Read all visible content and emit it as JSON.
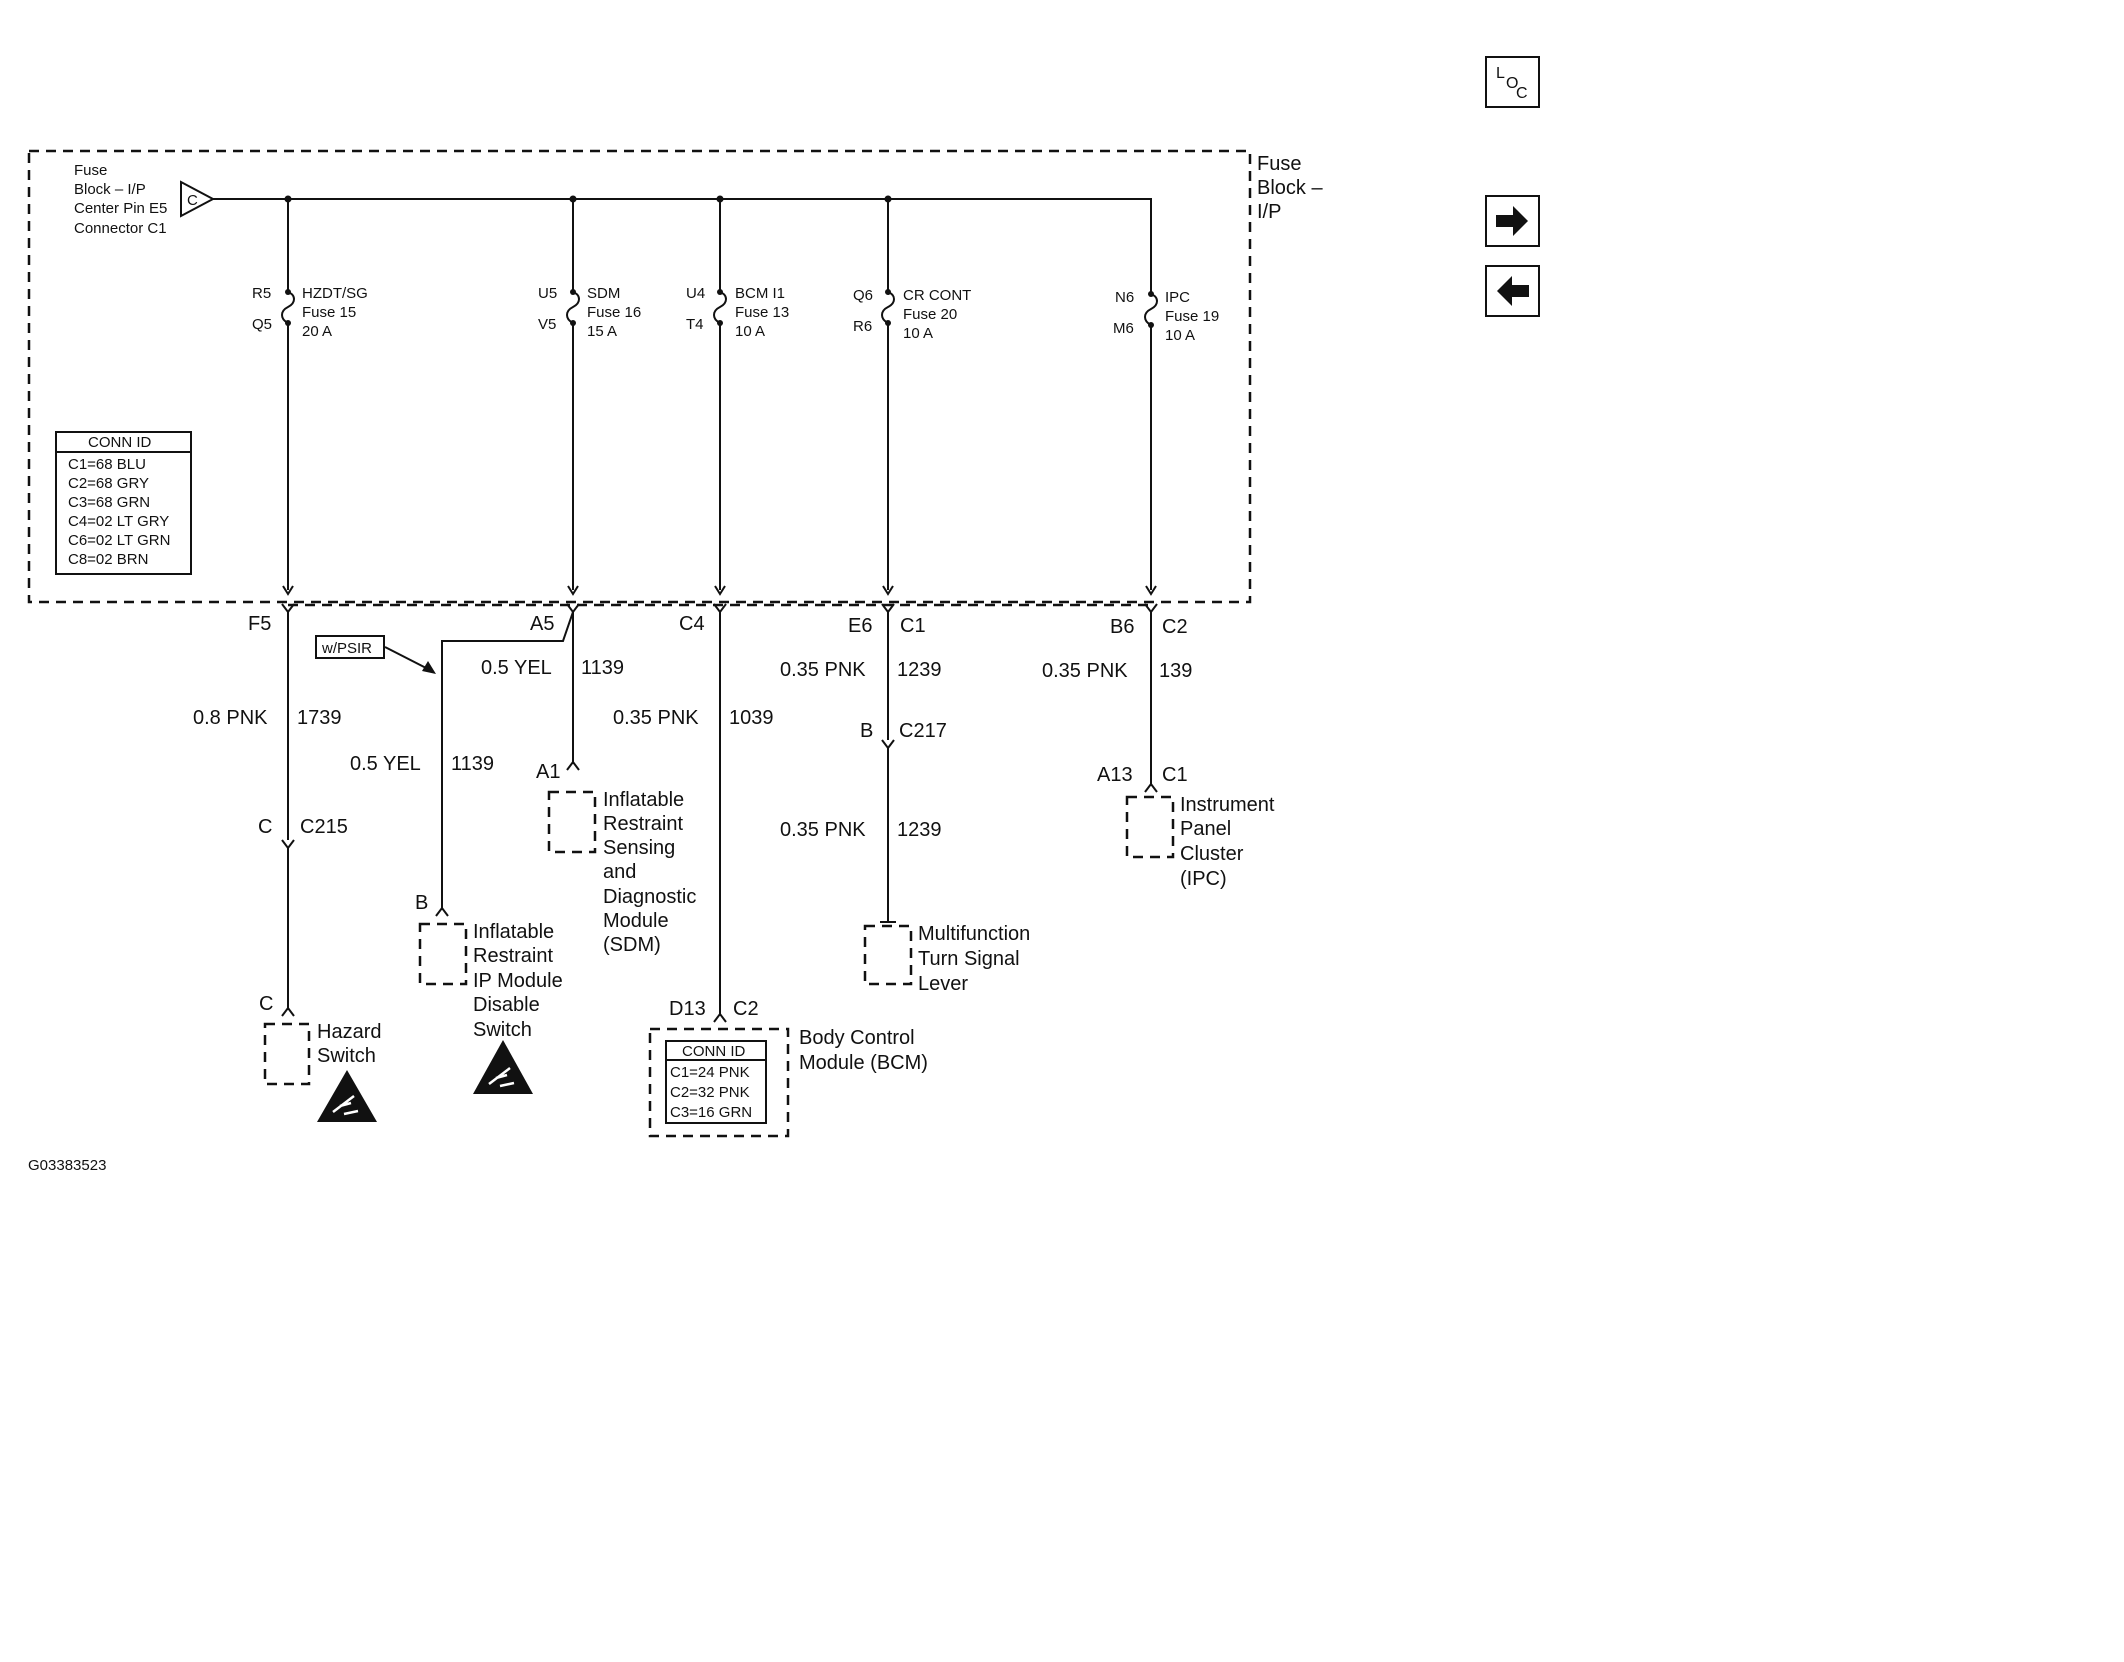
{
  "figure_id": "G03383523",
  "nav": {
    "loc_l": "L",
    "loc_o": "O",
    "loc_c": "C",
    "next_icon": "right-arrow-icon",
    "prev_icon": "left-arrow-icon"
  },
  "fuse_block": {
    "label_l1": "Fuse",
    "label_l2": "Block –",
    "label_l3": "I/P",
    "source_l1": "Fuse",
    "source_l2": "Block – I/P",
    "source_l3": "Center Pin E5",
    "source_l4": "Connector C1",
    "source_pin": "C"
  },
  "conn_id_table": {
    "title": "CONN ID",
    "rows": [
      "C1=68 BLU",
      "C2=68 GRY",
      "C3=68 GRN",
      "C4=02 LT GRY",
      "C6=02 LT GRN",
      "C8=02 BRN"
    ]
  },
  "fuses": [
    {
      "pin_top": "R5",
      "pin_bottom": "Q5",
      "name": "HZDT/SG",
      "fuse": "Fuse 15",
      "rating": "20 A"
    },
    {
      "pin_top": "U5",
      "pin_bottom": "V5",
      "name": "SDM",
      "fuse": "Fuse 16",
      "rating": "15 A"
    },
    {
      "pin_top": "U4",
      "pin_bottom": "T4",
      "name": "BCM I1",
      "fuse": "Fuse 13",
      "rating": "10 A"
    },
    {
      "pin_top": "Q6",
      "pin_bottom": "R6",
      "name": "CR CONT",
      "fuse": "Fuse 20",
      "rating": "10 A"
    },
    {
      "pin_top": "N6",
      "pin_bottom": "M6",
      "name": "IPC",
      "fuse": "Fuse 19",
      "rating": "10 A"
    }
  ],
  "circuits": {
    "hazard": {
      "out_pin": "F5",
      "wire": "0.8 PNK",
      "circuit": "1739",
      "inline_pin": "C",
      "inline_conn": "C215",
      "dev_pin": "C",
      "dev_l1": "Hazard",
      "dev_l2": "Switch"
    },
    "sdm": {
      "out_pin": "A5",
      "wire": "0.5 YEL",
      "circuit": "1139",
      "dev_pin": "A1",
      "dev_l1": "Inflatable",
      "dev_l2": "Restraint",
      "dev_l3": "Sensing",
      "dev_l4": "and",
      "dev_l5": "Diagnostic",
      "dev_l6": "Module",
      "dev_l7": "(SDM)"
    },
    "psir": {
      "option": "w/PSIR",
      "wire": "0.5 YEL",
      "circuit": "1139",
      "dev_pin": "B",
      "dev_l1": "Inflatable",
      "dev_l2": "Restraint",
      "dev_l3": "IP Module",
      "dev_l4": "Disable",
      "dev_l5": "Switch"
    },
    "bcm": {
      "out_pin": "C4",
      "wire": "0.35 PNK",
      "circuit": "1039",
      "dev_pin": "D13",
      "dev_conn": "C2",
      "dev_l1": "Body Control",
      "dev_l2": "Module (BCM)",
      "table_title": "CONN ID",
      "table_rows": [
        "C1=24 PNK",
        "C2=32 PNK",
        "C3=16 GRN"
      ]
    },
    "turn": {
      "out_pin": "E6",
      "out_conn": "C1",
      "wire1": "0.35 PNK",
      "circuit1": "1239",
      "inline_pin": "B",
      "inline_conn": "C217",
      "wire2": "0.35 PNK",
      "circuit2": "1239",
      "dev_l1": "Multifunction",
      "dev_l2": "Turn Signal",
      "dev_l3": "Lever"
    },
    "ipc": {
      "out_pin": "B6",
      "out_conn": "C2",
      "wire": "0.35 PNK",
      "circuit": "139",
      "dev_pin": "A13",
      "dev_conn": "C1",
      "dev_l1": "Instrument",
      "dev_l2": "Panel",
      "dev_l3": "Cluster",
      "dev_l4": "(IPC)"
    }
  },
  "icons": {
    "esd": "esd-warning-icon"
  }
}
